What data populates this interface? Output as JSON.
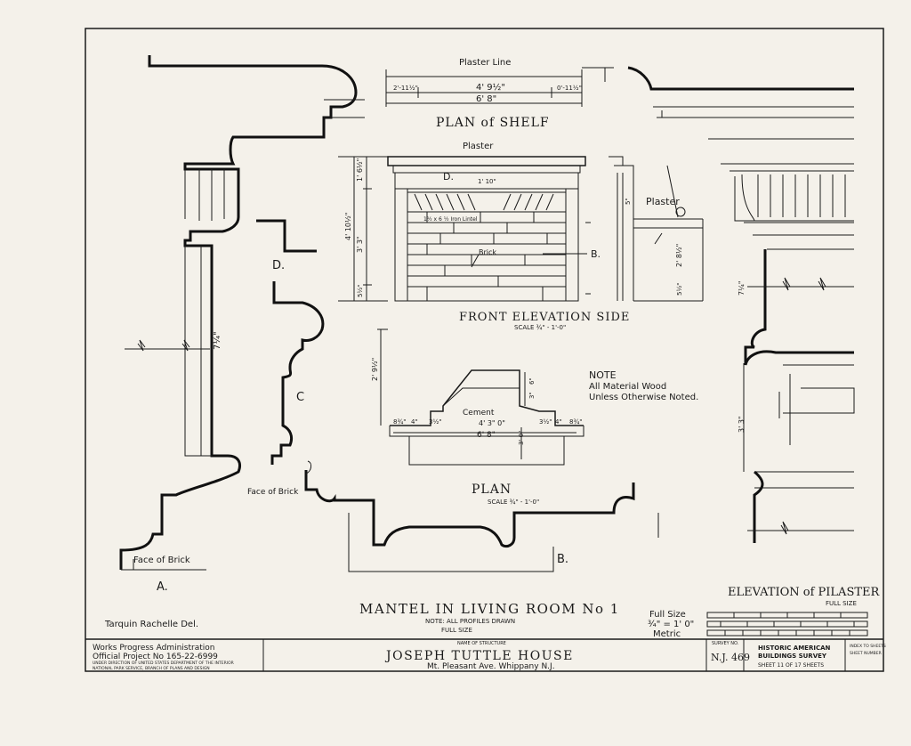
{
  "labels": {
    "plaster_line": "Plaster Line",
    "plan_of_shelf": "PLAN of SHELF",
    "dim_4_9": "4' 9½\"",
    "dim_6_8_top": "6' 8\"",
    "dim_side_l": "2'-11½\"",
    "dim_side_r": "0'-11½\"",
    "plaster_front": "Plaster",
    "d_front": "D.",
    "dim_lintel": "1' 10\"",
    "lintel_note": "1½ x 6 ½ Iron Lintel",
    "brick": "Brick",
    "b_front": "B.",
    "dim_1_6": "1' 6½\"",
    "dim_4_10": "4' 10½\"",
    "dim_3_3": "3' 3\"",
    "dim_5": "5½\"",
    "plaster_side": "Plaster",
    "dim_5_right": "5\"",
    "dim_2_8": "2' 8½\"",
    "dim_5_side": "5½\"",
    "front_elev": "FRONT ELEVATION SIDE",
    "scale_elev": "SCALE ¾\" - 1'-0\"",
    "d_profile": "D.",
    "c_profile": "C",
    "dim_7_profile": "7¼\"",
    "face_brick_a": "Face of Brick",
    "a_profile": "A.",
    "face_brick_plan": "Face of Brick",
    "dim_2_9": "2' 9½\"",
    "dim_6": "6\"",
    "dim_3": "3\"",
    "dim_3_0": "3' 0\"",
    "cement": "Cement",
    "dim_4_3": "4' 3\" 0\"",
    "dim_6_8_plan": "6' 8\"",
    "dim_8_l": "8¾\"",
    "dim_4_l": "4\"",
    "dim_3_l": "3½\"",
    "dim_3_r": "3½\"",
    "dim_4_r": "4\"",
    "dim_8_r": "8¾\"",
    "note_title": "NOTE",
    "note_line1": "All Material Wood",
    "note_line2": "Unless Otherwise Noted.",
    "plan": "PLAN",
    "scale_plan": "SCALE ¾\" - 1'-0\"",
    "b_plan": "B.",
    "elev_pilaster": "ELEVATION of PILASTER",
    "full_size_pil": "FULL SIZE",
    "dim_7_pil": "7¼\"",
    "dim_3_3_pil": "3' 3\"",
    "mantel_title": "MANTEL IN LIVING ROOM No 1",
    "note_profiles": "NOTE: ALL PROFILES DRAWN",
    "note_full_size": "FULL SIZE",
    "scale_full": "Full Size",
    "scale_eq": "¾\" = 1' 0\"",
    "scale_metric": "Metric",
    "delineator": "Tarquin Rachelle Del.",
    "wpa1": "Works Progress Administration",
    "wpa2": "Official Project No 165-22-6999",
    "wpa3": "UNDER DIRECTION OF UNITED STATES DEPARTMENT OF THE INTERIOR",
    "wpa4": "NATIONAL PARK SERVICE, BRANCH OF PLANS AND DESIGN",
    "structure_hdr": "NAME OF STRUCTURE",
    "structure": "JOSEPH TUTTLE HOUSE",
    "address": "Mt. Pleasant Ave. Whippany N.J.",
    "survey_hdr": "SURVEY NO.",
    "survey_no": "N.J. 469",
    "habs1": "HISTORIC AMERICAN",
    "habs2": "BUILDINGS SURVEY",
    "sheet": "SHEET 11 OF 17 SHEETS",
    "index1": "INDEX TO SHEETS",
    "index2": "SHEET NUMBER"
  },
  "colors": {
    "ink": "#1a1a1a",
    "paper": "#f4f1ea"
  }
}
